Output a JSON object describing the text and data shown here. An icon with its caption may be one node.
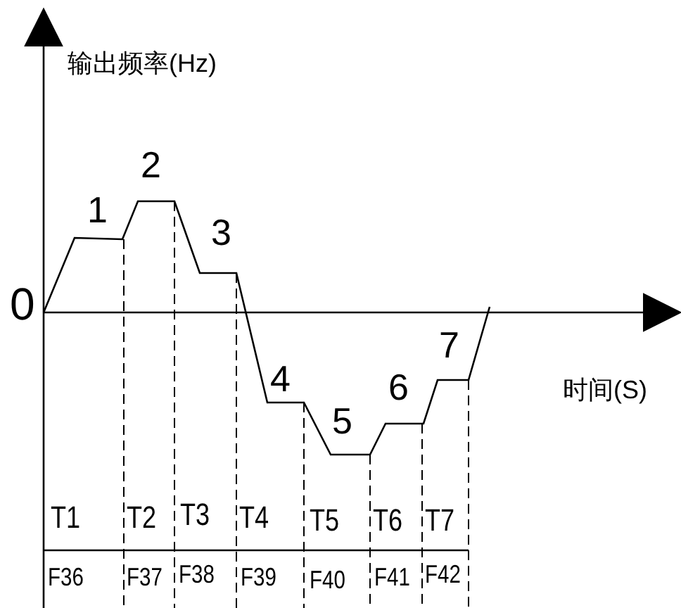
{
  "diagram": {
    "labels": [
      "输出频率(Hz)",
      "1",
      "2",
      "3",
      "0",
      "4",
      "5",
      "6",
      "7",
      "时间(S)",
      "T1",
      "T2",
      "T3",
      "T4",
      "T5",
      "T6",
      "T7",
      "F36",
      "F37",
      "F38",
      "F39",
      "F40",
      "F41",
      "F42"
    ]
  }
}
